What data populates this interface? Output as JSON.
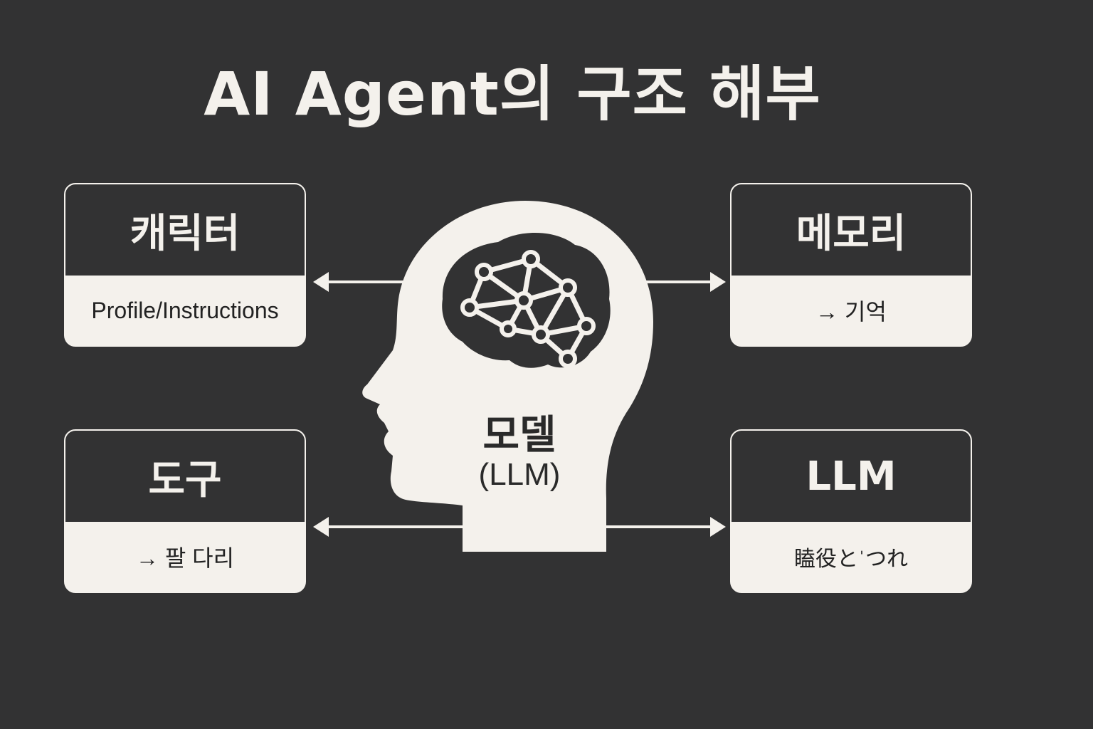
{
  "title": "AI Agent의 구조 해부",
  "center": {
    "label": "모델",
    "sublabel": "(LLM)",
    "icon": "head-brain-network-icon"
  },
  "cards": {
    "character": {
      "heading": "캐릭터",
      "body": "Profile/Instructions"
    },
    "memory": {
      "heading": "메모리",
      "body": "→ 기억"
    },
    "tools": {
      "heading": "도구",
      "body": "→ 팔 다리"
    },
    "llm": {
      "heading": "LLM",
      "body": "瞌役とˈつれ"
    }
  },
  "colors": {
    "background": "#323233",
    "foreground": "#f4f1ec",
    "text_dark": "#222222"
  }
}
